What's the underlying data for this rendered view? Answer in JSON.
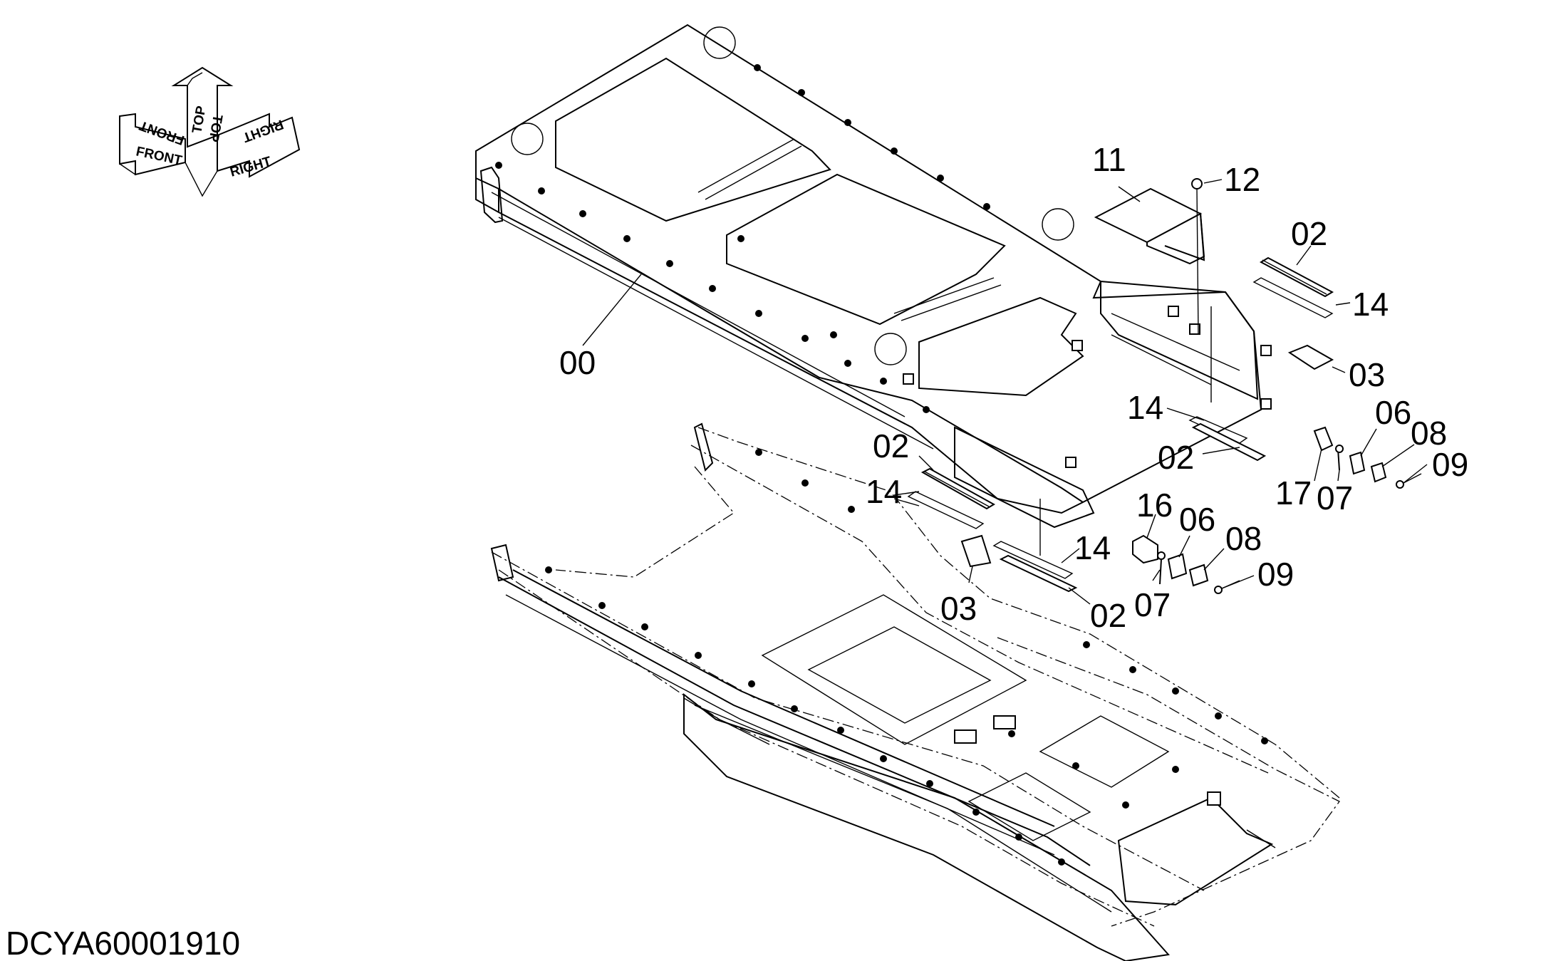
{
  "orientation": {
    "top": "TOP",
    "front": "FRONT",
    "right": "RIGHT"
  },
  "callouts": [
    {
      "id": "c-00a",
      "label": "00"
    },
    {
      "id": "c-11",
      "label": "11"
    },
    {
      "id": "c-12",
      "label": "12"
    },
    {
      "id": "c-02a",
      "label": "02"
    },
    {
      "id": "c-14a",
      "label": "14"
    },
    {
      "id": "c-03a",
      "label": "03"
    },
    {
      "id": "c-14b",
      "label": "14"
    },
    {
      "id": "c-02b",
      "label": "02"
    },
    {
      "id": "c-06a",
      "label": "06"
    },
    {
      "id": "c-08a",
      "label": "08"
    },
    {
      "id": "c-09a",
      "label": "09"
    },
    {
      "id": "c-17",
      "label": "17"
    },
    {
      "id": "c-07a",
      "label": "07"
    },
    {
      "id": "c-02c",
      "label": "02"
    },
    {
      "id": "c-14c",
      "label": "14"
    },
    {
      "id": "c-16",
      "label": "16"
    },
    {
      "id": "c-06b",
      "label": "06"
    },
    {
      "id": "c-08b",
      "label": "08"
    },
    {
      "id": "c-14d",
      "label": "14"
    },
    {
      "id": "c-09b",
      "label": "09"
    },
    {
      "id": "c-03b",
      "label": "03"
    },
    {
      "id": "c-07b",
      "label": "07"
    },
    {
      "id": "c-02d",
      "label": "02"
    }
  ],
  "document_id": "DCYA60001910"
}
